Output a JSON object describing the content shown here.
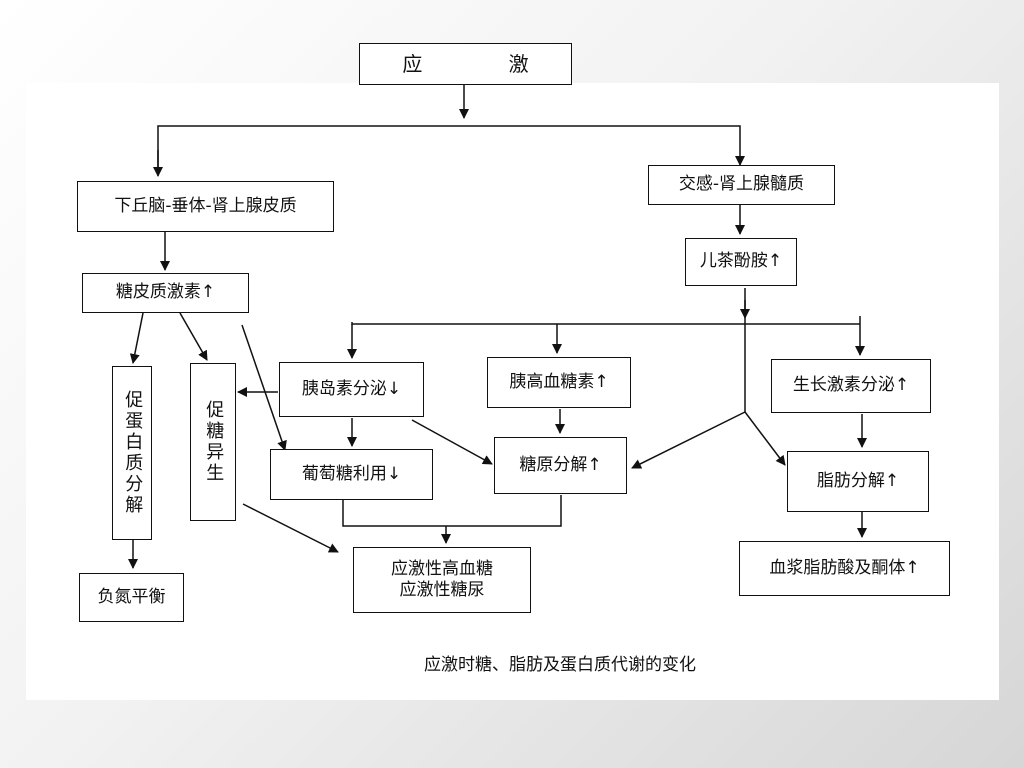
{
  "title": "应 激",
  "nodes": {
    "hpa": "下丘脑-垂体-肾上腺皮质",
    "sympathetic": "交感-肾上腺髓质",
    "glucocorticoid": "糖皮质激素↑",
    "catecholamine": "儿茶酚胺↑",
    "protein_breakdown": "促蛋白质分解",
    "gluconeogenesis": "促糖异生",
    "insulin": "胰岛素分泌↓",
    "glucagon": "胰高血糖素↑",
    "growth_hormone": "生长激素分泌↑",
    "glucose_use": "葡萄糖利用↓",
    "glycogenolysis": "糖原分解↑",
    "lipolysis": "脂肪分解↑",
    "negative_nitrogen": "负氮平衡",
    "stress_hyperglycemia": "应激性高血糖\n应激性糖尿",
    "plasma_ffa": "血浆脂肪酸及酮体↑"
  },
  "caption": "应激时糖、脂肪及蛋白质代谢的变化"
}
